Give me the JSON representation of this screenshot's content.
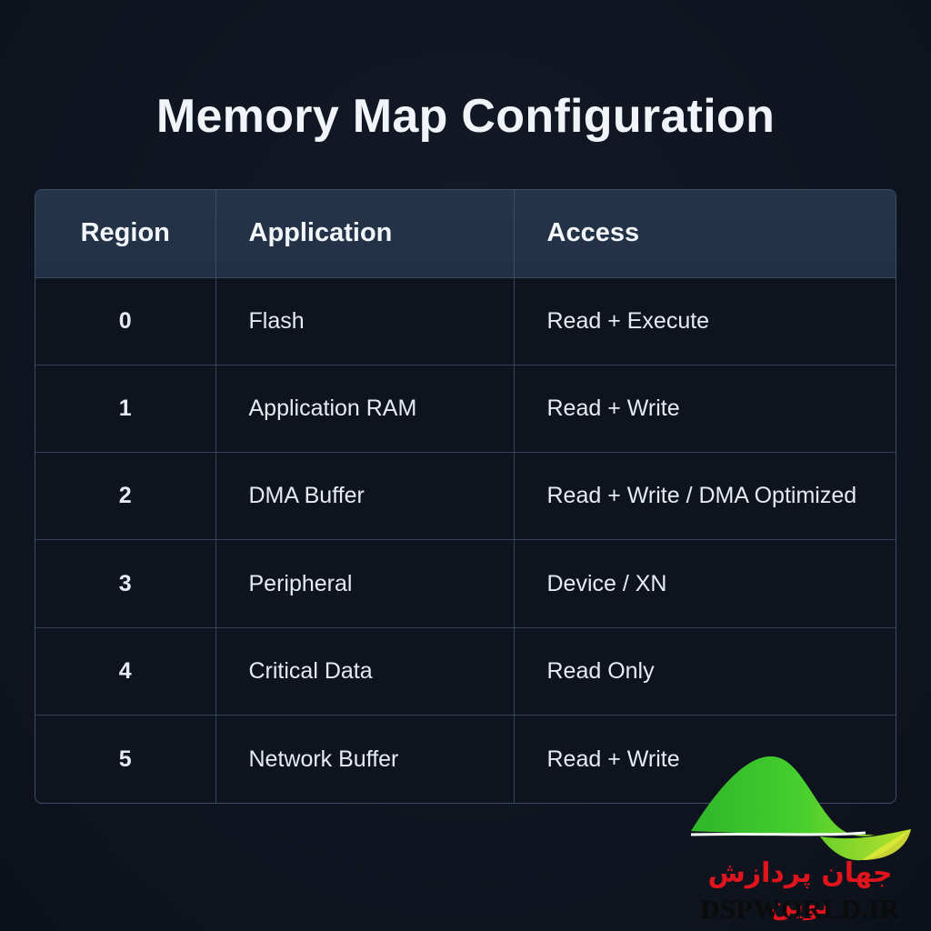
{
  "title": "Memory Map Configuration",
  "table": {
    "headers": {
      "region": "Region",
      "application": "Application",
      "access": "Access"
    },
    "rows": [
      {
        "region": "0",
        "application": "Flash",
        "access": "Read + Execute"
      },
      {
        "region": "1",
        "application": "Application RAM",
        "access": "Read + Write"
      },
      {
        "region": "2",
        "application": "DMA Buffer",
        "access": "Read + Write / DMA Optimized"
      },
      {
        "region": "3",
        "application": "Peripheral",
        "access": "Device / XN"
      },
      {
        "region": "4",
        "application": "Critical Data",
        "access": "Read Only"
      },
      {
        "region": "5",
        "application": "Network Buffer",
        "access": "Read + Write"
      }
    ]
  },
  "watermark": {
    "name_fa": "جهان پردازش نوین",
    "site": "DSPWORLD.IR"
  },
  "colors": {
    "background": "#0f1520",
    "header_bg": "#243249",
    "border": "#3d4c63",
    "logo_green": "#3fc52a",
    "logo_red": "#e0141c"
  }
}
